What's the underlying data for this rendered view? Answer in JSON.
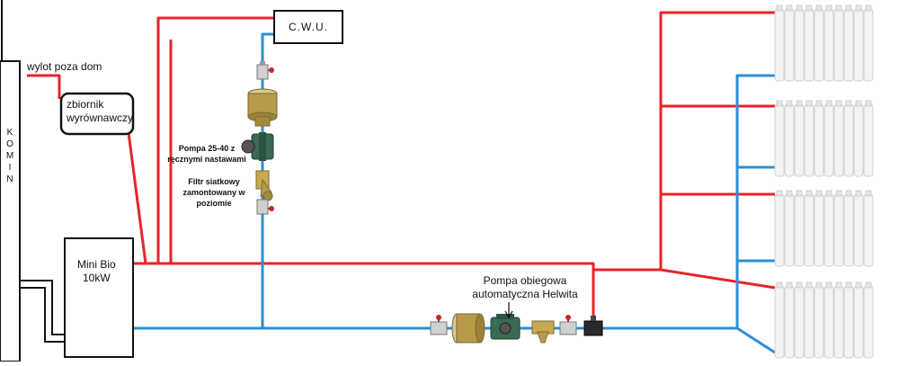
{
  "labels": {
    "chimney": [
      "K",
      "O",
      "M",
      "I",
      "N"
    ],
    "vent": "wylot poza dom",
    "tank": [
      "zbiornik",
      "wyrównawczy"
    ],
    "boiler": [
      "Mini Bio",
      "10kW"
    ],
    "cwu": "C.W.U.",
    "pump_small": [
      "Pompa 25-40 z",
      "ręcznymi nastawami"
    ],
    "filter": [
      "Filtr siatkowy",
      "zamontowany w",
      "poziomie"
    ],
    "pump_main": [
      "Pompa obiegowa",
      "automatyczna Helwita"
    ]
  },
  "colors": {
    "supply": "#e8232a",
    "return": "#2b8fd6",
    "outline": "#111111",
    "brass": "#b89a4a",
    "pump_green": "#3a6b55",
    "radiator": "#f2f2f2"
  },
  "icons": [
    "ball-valve-icon",
    "pump-icon",
    "strainer-icon",
    "radiator-icon",
    "arrow-down-icon"
  ]
}
